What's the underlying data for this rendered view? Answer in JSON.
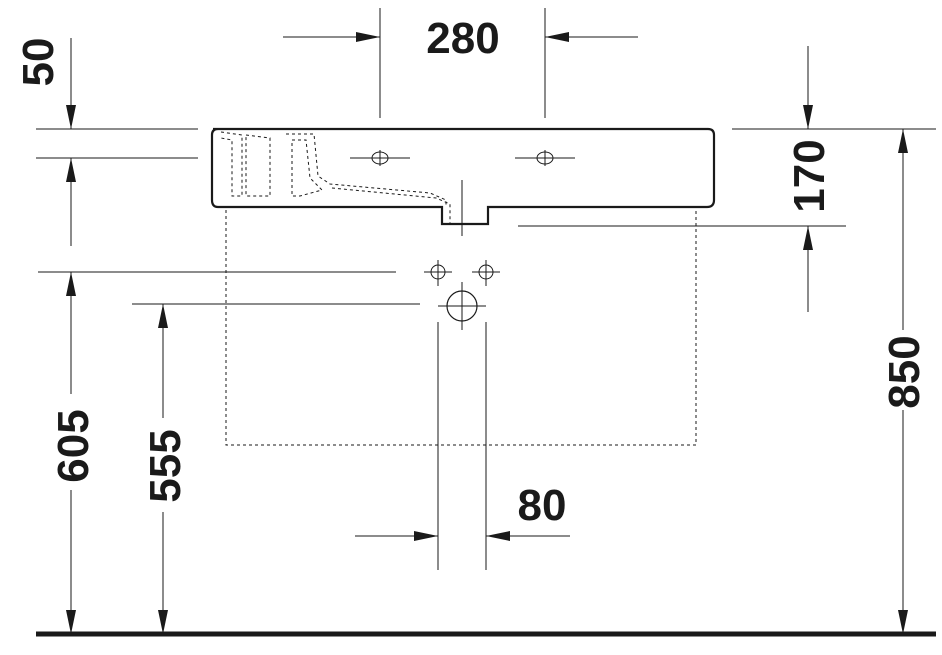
{
  "dimensions": {
    "tap_hole_spacing": "280",
    "rim_offset": "50",
    "basin_height": "170",
    "total_height": "850",
    "supply_height": "605",
    "drain_height": "555",
    "supply_spacing": "80"
  },
  "colors": {
    "ink": "#1a1a1a",
    "background": "#ffffff"
  }
}
